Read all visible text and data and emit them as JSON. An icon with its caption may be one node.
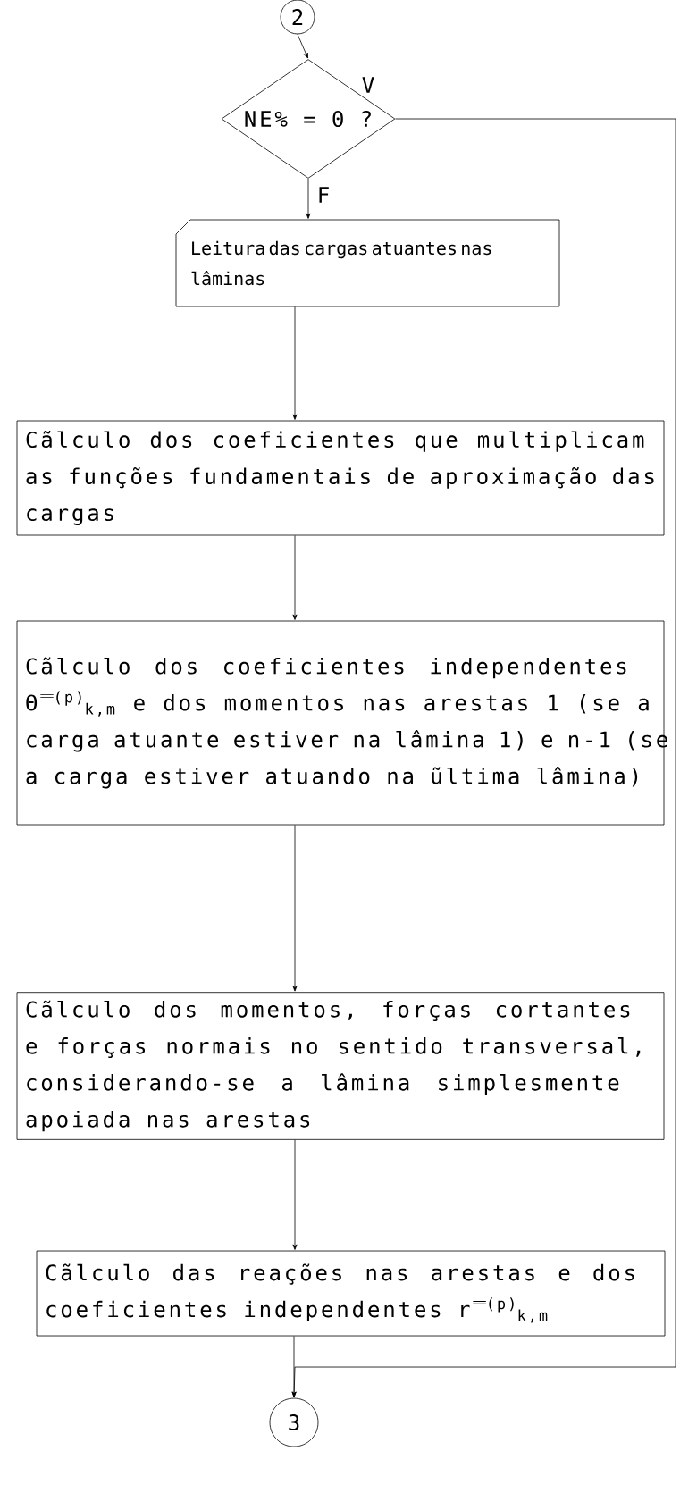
{
  "diagram": {
    "nodes": [
      {
        "text": [
          "2"
        ]
      },
      {
        "text": [
          "NE% = 0 ?"
        ]
      },
      {
        "text": [
          "Leitura das cargas atuantes nas lâminas"
        ]
      },
      {
        "text": [
          "Cãlculo dos coeficientes que multiplicam as funções fundamentais de aproximação das cargas"
        ]
      },
      {
        "text": [
          "Cãlculo dos coeficientes independentes Θ̿$^{(p)}$$_{k,m}$ e dos momentos nas arestas 1 (se a carga atuante estiver na lâmina 1) e n-1 (se a carga estiver atuando na ũltima lâmina)"
        ]
      },
      {
        "text": [
          "Cãlculo dos momentos, forças cortantes e forças normais no sentido transversal, considerando-se a lâmina simplesmente apoiada nas arestas"
        ]
      },
      {
        "text": [
          "Cãlculo das reações nas arestas e dos coeficientes independentes r̿$^{(p)}$$_{k,m}$"
        ]
      },
      {
        "text": [
          "3"
        ]
      }
    ],
    "edges": [
      {
        "from": 0,
        "to": 1,
        "arrow": "to"
      },
      {
        "from": 1,
        "to": 2,
        "arrow": "to",
        "label": "F"
      },
      {
        "from": 1,
        "to": 7,
        "arrow": "to",
        "label": "V"
      },
      {
        "from": 2,
        "to": 3,
        "arrow": "to"
      },
      {
        "from": 3,
        "to": 4,
        "arrow": "to"
      },
      {
        "from": 4,
        "to": 5,
        "arrow": "to"
      },
      {
        "from": 5,
        "to": 6,
        "arrow": "to"
      },
      {
        "from": 6,
        "to": 7,
        "arrow": "to"
      }
    ]
  }
}
